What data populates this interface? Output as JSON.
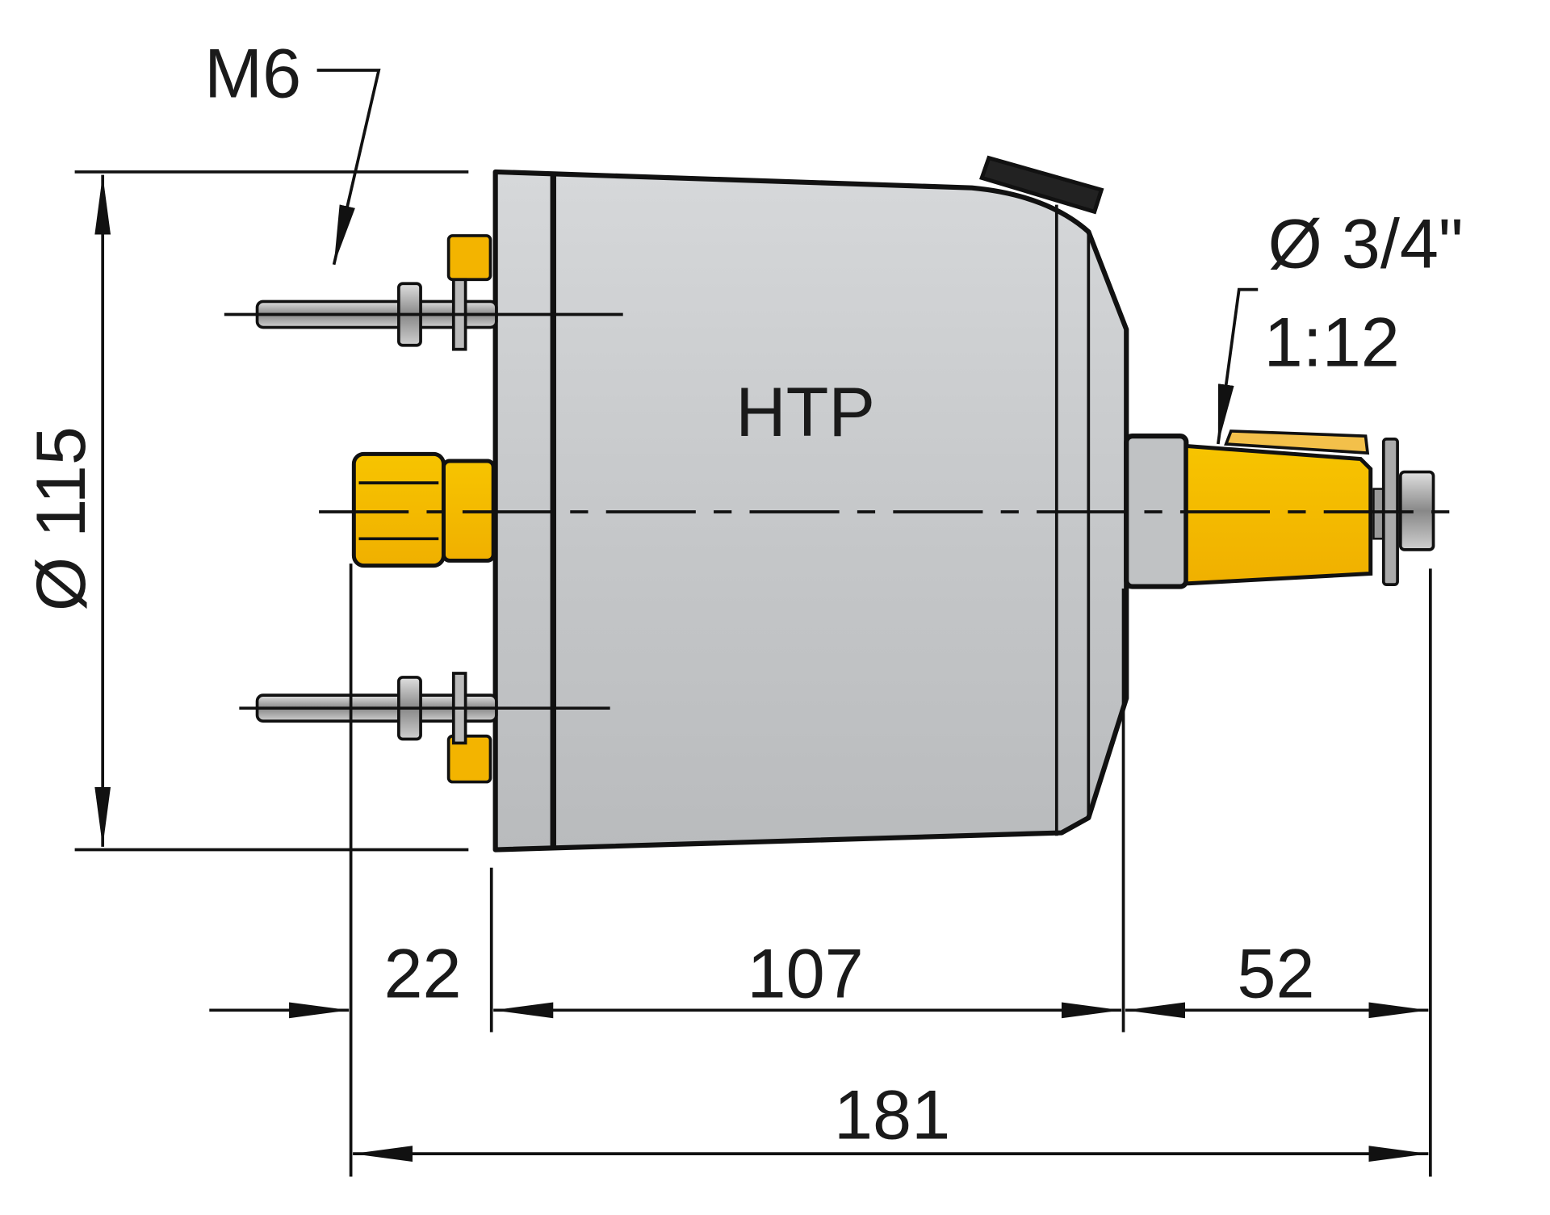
{
  "title": "HTP",
  "callouts": {
    "bolt_thread": "M6",
    "shaft_diameter": "Ø 3/4\"",
    "shaft_taper": "1:12"
  },
  "dimensions": {
    "diameter": "Ø 115",
    "rear_fitting": "22",
    "body_length": "107",
    "shaft_length": "52",
    "overall_length": "181"
  },
  "colors": {
    "body": "#c9cbcd",
    "fitting_yellow": "#f5c000",
    "line": "#111111"
  }
}
